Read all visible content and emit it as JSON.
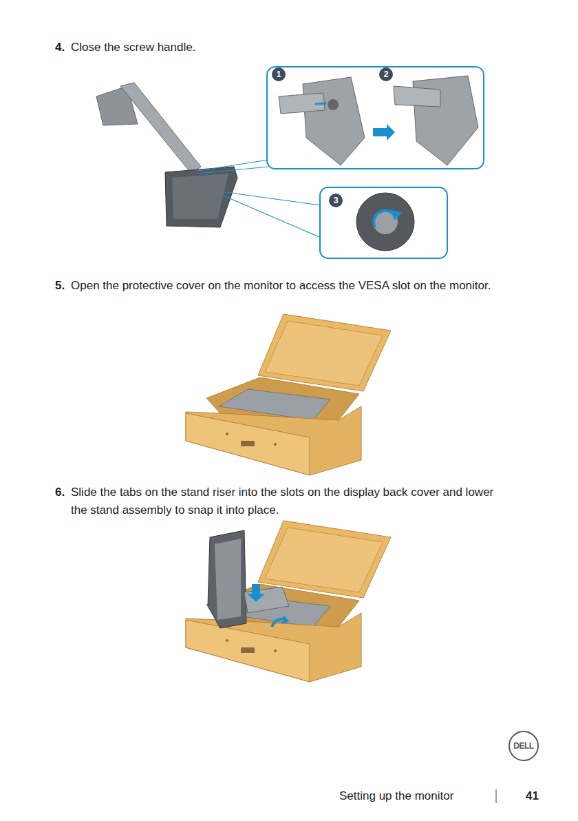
{
  "diagram": {
    "labels": [
      "4.",
      "Close the screw handle.",
      "1",
      "2",
      "3",
      "5.",
      "Open the protective cover on the monitor to access the VESA slot on the monitor.",
      "6.",
      "Slide the tabs on the stand riser into the slots on the display back cover and lower the stand assembly to snap it into place.",
      "DELL",
      "Setting up the monitor",
      "41"
    ]
  }
}
